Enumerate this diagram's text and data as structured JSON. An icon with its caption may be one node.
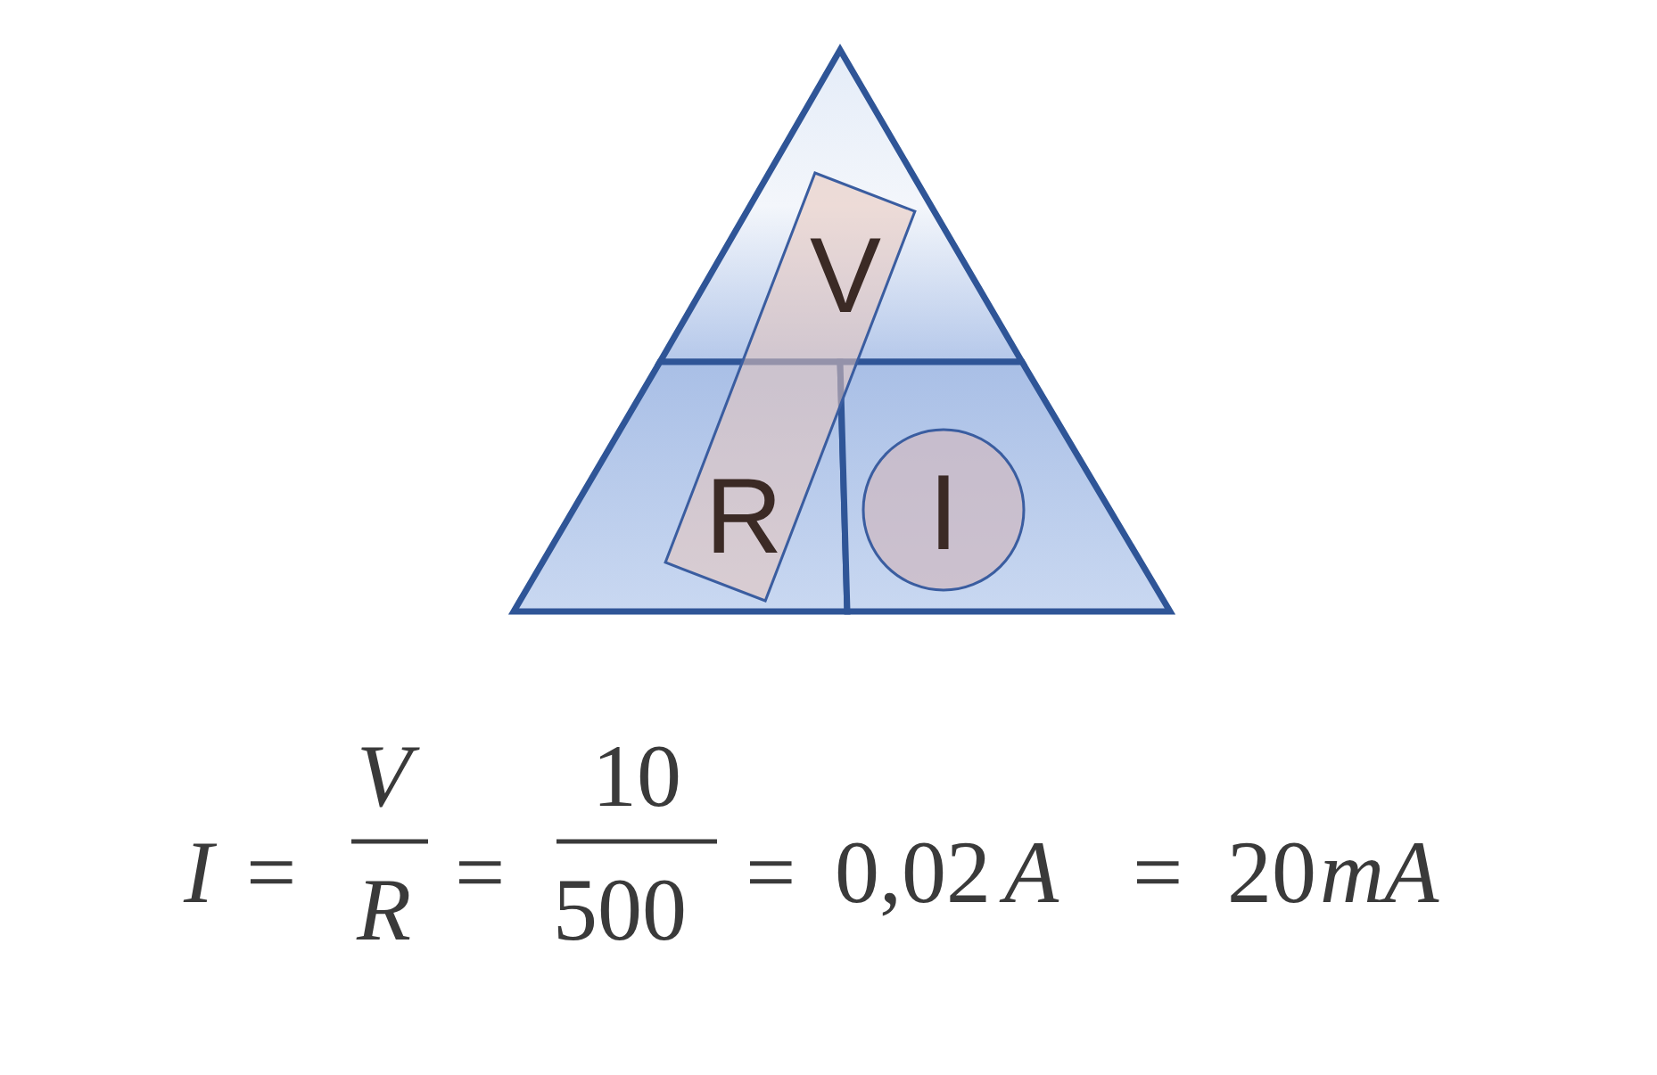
{
  "diagram": {
    "nodes": [
      {
        "text": [
          "V"
        ]
      },
      {
        "text": [
          "R"
        ]
      },
      {
        "text": [
          "I"
        ]
      }
    ],
    "labels": [
      "I",
      "=",
      "V",
      "R",
      "=",
      "10",
      "500",
      "=",
      "0,02",
      "A",
      "=",
      "20",
      "mA"
    ]
  }
}
